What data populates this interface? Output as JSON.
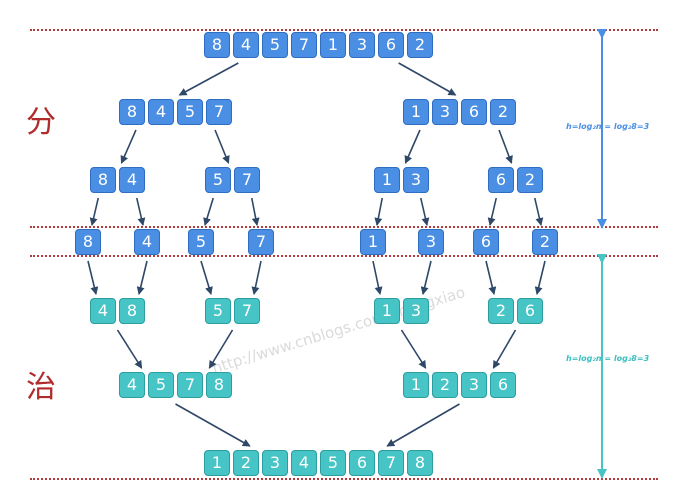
{
  "labels": {
    "divide": "分",
    "conquer": "治"
  },
  "formula_divide": "h=log₂n = log₂8=3",
  "formula_conquer": "h=log₂n = log₂8=3",
  "watermark": "http://www.cnblogs.com/chengxiao",
  "colors": {
    "blue": "#4a8fe4",
    "teal": "#46c4c6",
    "arrow": "#2f4868",
    "divider": "#b33b3b",
    "formula_blue": "#4a8fe4",
    "formula_teal": "#3cbfc0"
  },
  "divide_levels": [
    [
      [
        "8",
        "4",
        "5",
        "7",
        "1",
        "3",
        "6",
        "2"
      ]
    ],
    [
      [
        "8",
        "4",
        "5",
        "7"
      ],
      [
        "1",
        "3",
        "6",
        "2"
      ]
    ],
    [
      [
        "8",
        "4"
      ],
      [
        "5",
        "7"
      ],
      [
        "1",
        "3"
      ],
      [
        "6",
        "2"
      ]
    ],
    [
      [
        "8"
      ],
      [
        "4"
      ],
      [
        "5"
      ],
      [
        "7"
      ],
      [
        "1"
      ],
      [
        "3"
      ],
      [
        "6"
      ],
      [
        "2"
      ]
    ]
  ],
  "conquer_levels": [
    [
      [
        "4",
        "8"
      ],
      [
        "5",
        "7"
      ],
      [
        "1",
        "3"
      ],
      [
        "2",
        "6"
      ]
    ],
    [
      [
        "4",
        "5",
        "7",
        "8"
      ],
      [
        "1",
        "2",
        "3",
        "6"
      ]
    ],
    [
      [
        "1",
        "2",
        "3",
        "4",
        "5",
        "6",
        "7",
        "8"
      ]
    ]
  ]
}
